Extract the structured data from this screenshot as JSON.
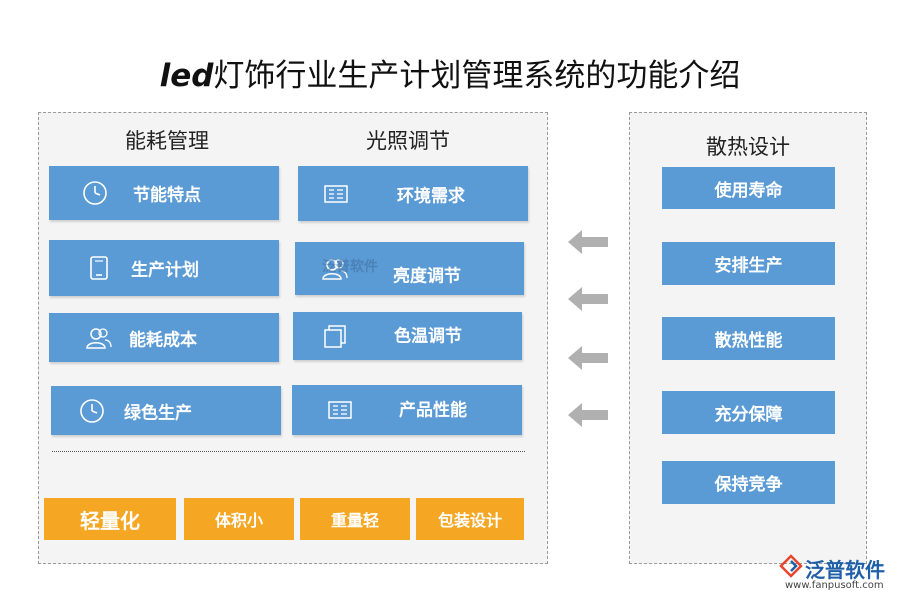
{
  "title": {
    "prefix": "led",
    "rest": "灯饰行业生产计划管理系统的功能介绍"
  },
  "left_panel": {
    "energy": {
      "heading": "能耗管理",
      "items": [
        {
          "label": "节能特点",
          "icon": "clock-icon"
        },
        {
          "label": "生产计划",
          "icon": "phone-icon"
        },
        {
          "label": "能耗成本",
          "icon": "users-icon"
        },
        {
          "label": "绿色生产",
          "icon": "clock-icon"
        }
      ]
    },
    "light": {
      "heading": "光照调节",
      "items": [
        {
          "label": "环境需求",
          "icon": "document-icon"
        },
        {
          "label": "亮度调节",
          "icon": "users-icon"
        },
        {
          "label": "色温调节",
          "icon": "pages-icon"
        },
        {
          "label": "产品性能",
          "icon": "document-icon"
        }
      ]
    },
    "bottom": {
      "main": "轻量化",
      "items": [
        "体积小",
        "重量轻",
        "包装设计"
      ]
    },
    "watermark": "泛普软件"
  },
  "right_panel": {
    "heading": "散热设计",
    "items": [
      "使用寿命",
      "安排生产",
      "散热性能",
      "充分保障",
      "保持竞争"
    ]
  },
  "logo": {
    "name": "泛普软件",
    "url": "www.fanpusoft.com"
  },
  "colors": {
    "blue": "#5b9bd5",
    "orange": "#f5a623",
    "arrow": "#b0b0b0",
    "panel": "#f4f4f4"
  }
}
